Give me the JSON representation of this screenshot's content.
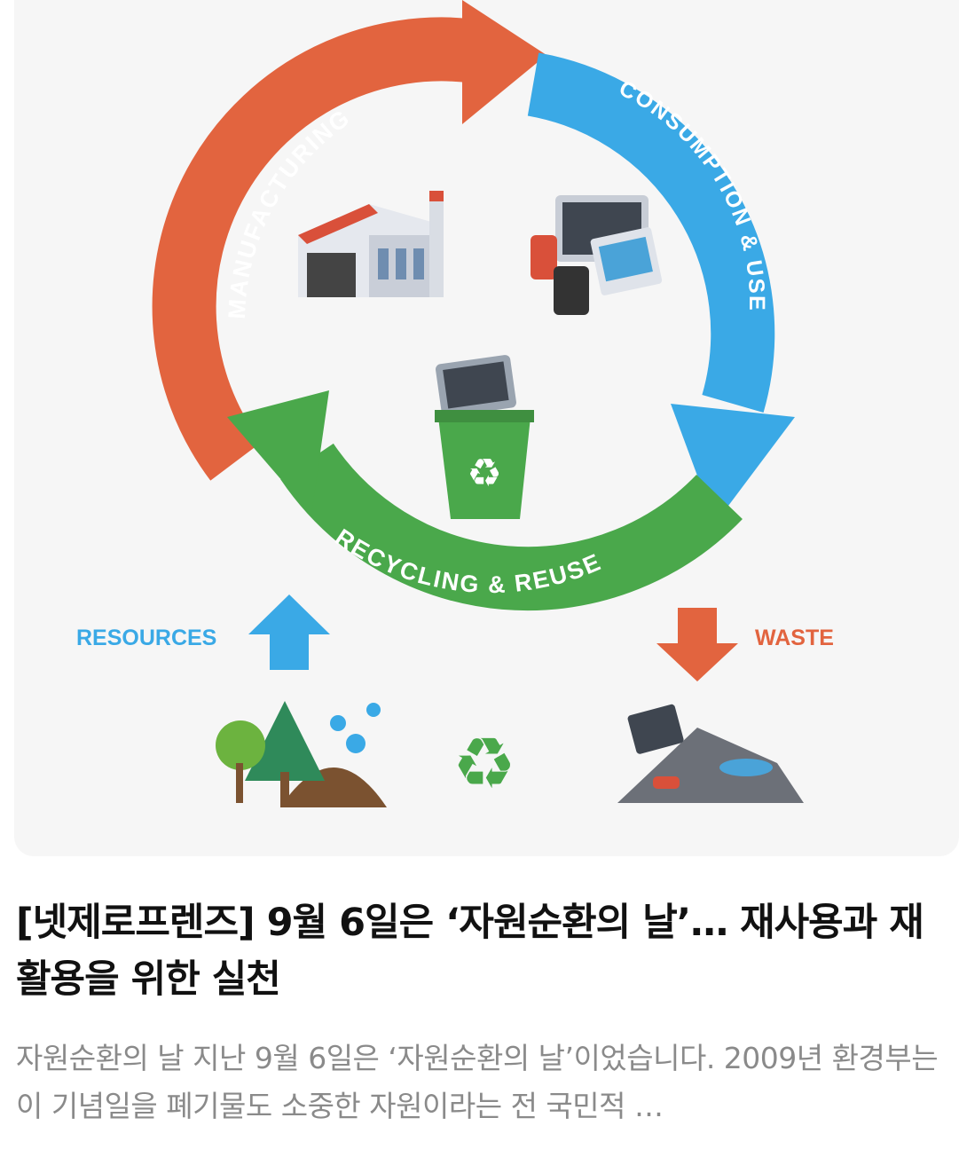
{
  "illustration": {
    "stages": {
      "manufacturing": "MANUFACTURING",
      "consumption": "CONSUMPTION & USE",
      "recycling": "RECYCLING & REUSE"
    },
    "resources_label": "RESOURCES",
    "waste_label": "WASTE",
    "colors": {
      "orange": "#e2643f",
      "blue": "#3aa9e6",
      "green": "#4aa84b"
    }
  },
  "article": {
    "title": "[넷제로프렌즈] 9월 6일은 ‘자원순환의 날’… 재사용과 재활용을 위한 실천",
    "summary": "자원순환의 날 지난 9월 6일은 ‘자원순환의 날’이었습니다. 2009년 환경부는 이 기념일을 폐기물도 소중한 자원이라는 전 국민적 …"
  }
}
